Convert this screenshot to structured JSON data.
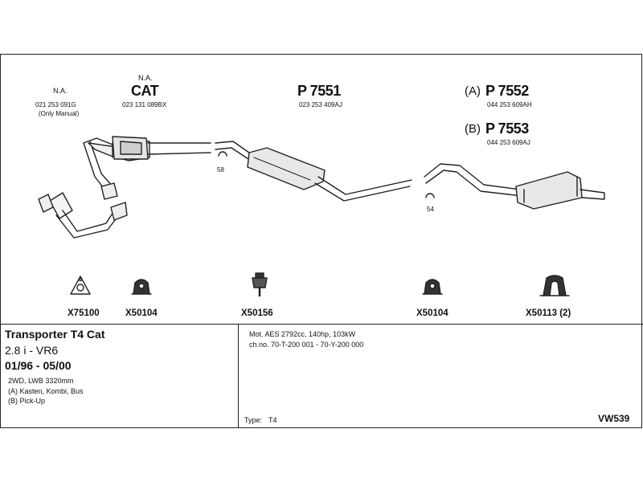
{
  "parts": {
    "na_manifold": {
      "label": "N.A.",
      "number": "021 253 091G",
      "note": "(Only Manual)"
    },
    "cat": {
      "na": "N.A.",
      "title": "CAT",
      "number": "023 131 089BX"
    },
    "p7551": {
      "title": "P 7551",
      "number": "023 253 409AJ"
    },
    "p7552": {
      "prefix": "(A)",
      "title": "P 7552",
      "number": "044 253 609AH"
    },
    "p7553": {
      "prefix": "(B)",
      "title": "P 7553",
      "number": "044 253 609AJ"
    },
    "clamps": {
      "c58": "58",
      "c54": "54"
    }
  },
  "fittings": [
    {
      "code": "X75100",
      "icon": "gasket-icon"
    },
    {
      "code": "X50104",
      "icon": "rubber-hanger-icon"
    },
    {
      "code": "X50156",
      "icon": "bolt-mount-icon"
    },
    {
      "code": "X50104",
      "icon": "rubber-hanger-icon"
    },
    {
      "code": "X50113 (2)",
      "icon": "rubber-hanger-icon"
    }
  ],
  "vehicle": {
    "model": "Transporter T4 Cat",
    "engine": "2.8 i - VR6",
    "years": "01/96 - 05/00",
    "spec1": "2WD, LWB 3320mm",
    "spec2": "(A) Kasten, Kombi, Bus",
    "spec3": "(B) Pick-Up"
  },
  "details": {
    "motor": "Mot. AES 2792cc, 140hp, 103kW",
    "chassis": "ch.no. 70-T-200 001 - 70-Y-200 000",
    "type_label": "Type:",
    "type_value": "T4",
    "ref": "VW539"
  }
}
